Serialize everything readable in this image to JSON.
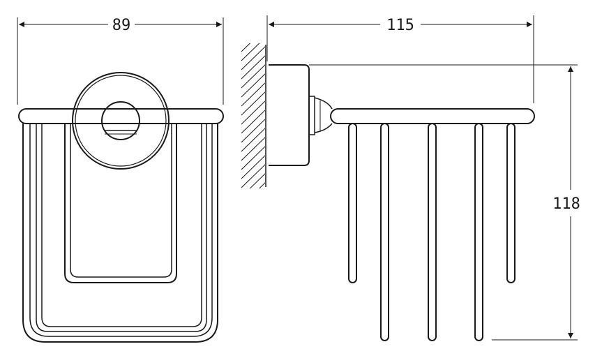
{
  "dimensions": {
    "front_width": "89",
    "side_depth": "115",
    "height": "118"
  },
  "colors": {
    "line": "#1a1a1a",
    "background": "#ffffff"
  }
}
